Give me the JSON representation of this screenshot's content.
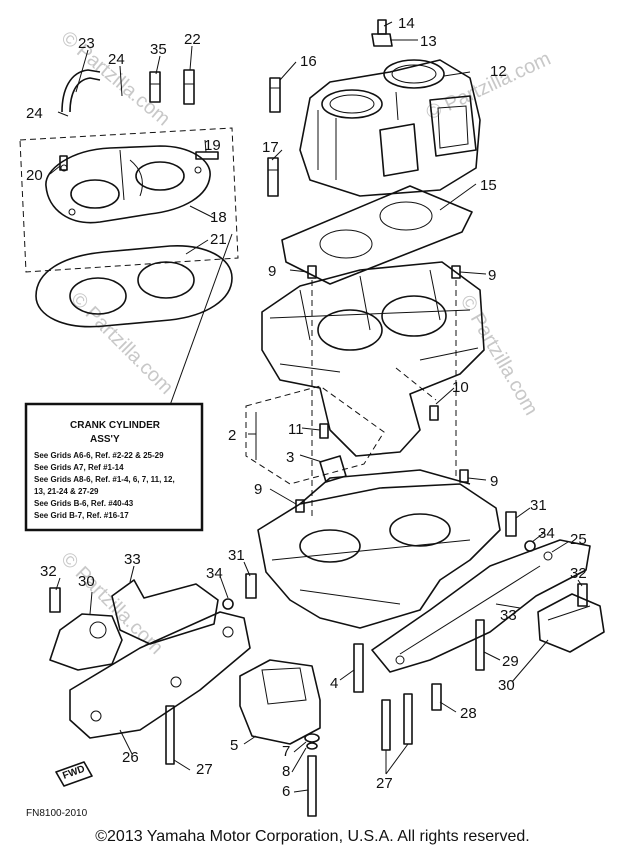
{
  "callouts": [
    "23",
    "24",
    "35",
    "22",
    "14",
    "13",
    "16",
    "12",
    "24",
    "19",
    "20",
    "18",
    "17",
    "15",
    "21",
    "9",
    "9",
    "10",
    "2",
    "11",
    "3",
    "9",
    "9",
    "31",
    "34",
    "25",
    "32",
    "30",
    "33",
    "31",
    "34",
    "32",
    "33",
    "29",
    "4",
    "28",
    "30",
    "26",
    "5",
    "7",
    "8",
    "27",
    "6",
    "27"
  ],
  "info_box": {
    "title": "CRANK CYLINDER",
    "subtitle": "ASS'Y",
    "lines": [
      "See Grids A6-6, Ref. #2-22 & 25-29",
      "See Grids A7, Ref #1-14",
      "See Grids A8-6, Ref. #1-4, 6, 7, 11, 12,",
      "13, 21-24 & 27-29",
      "See Grids B-6, Ref. #40-43",
      "See Grid B-7, Ref. #16-17"
    ]
  },
  "fwd_label": "FWD",
  "drawing_code": "FN8100-2010",
  "watermarks": [
    "© Partzilla.com",
    "© Partzilla.com",
    "© Partzilla.com",
    "© Partzilla.com",
    "© Partzilla.com"
  ],
  "copyright": "©2013 Yamaha Motor Corporation, U.S.A. All rights reserved."
}
